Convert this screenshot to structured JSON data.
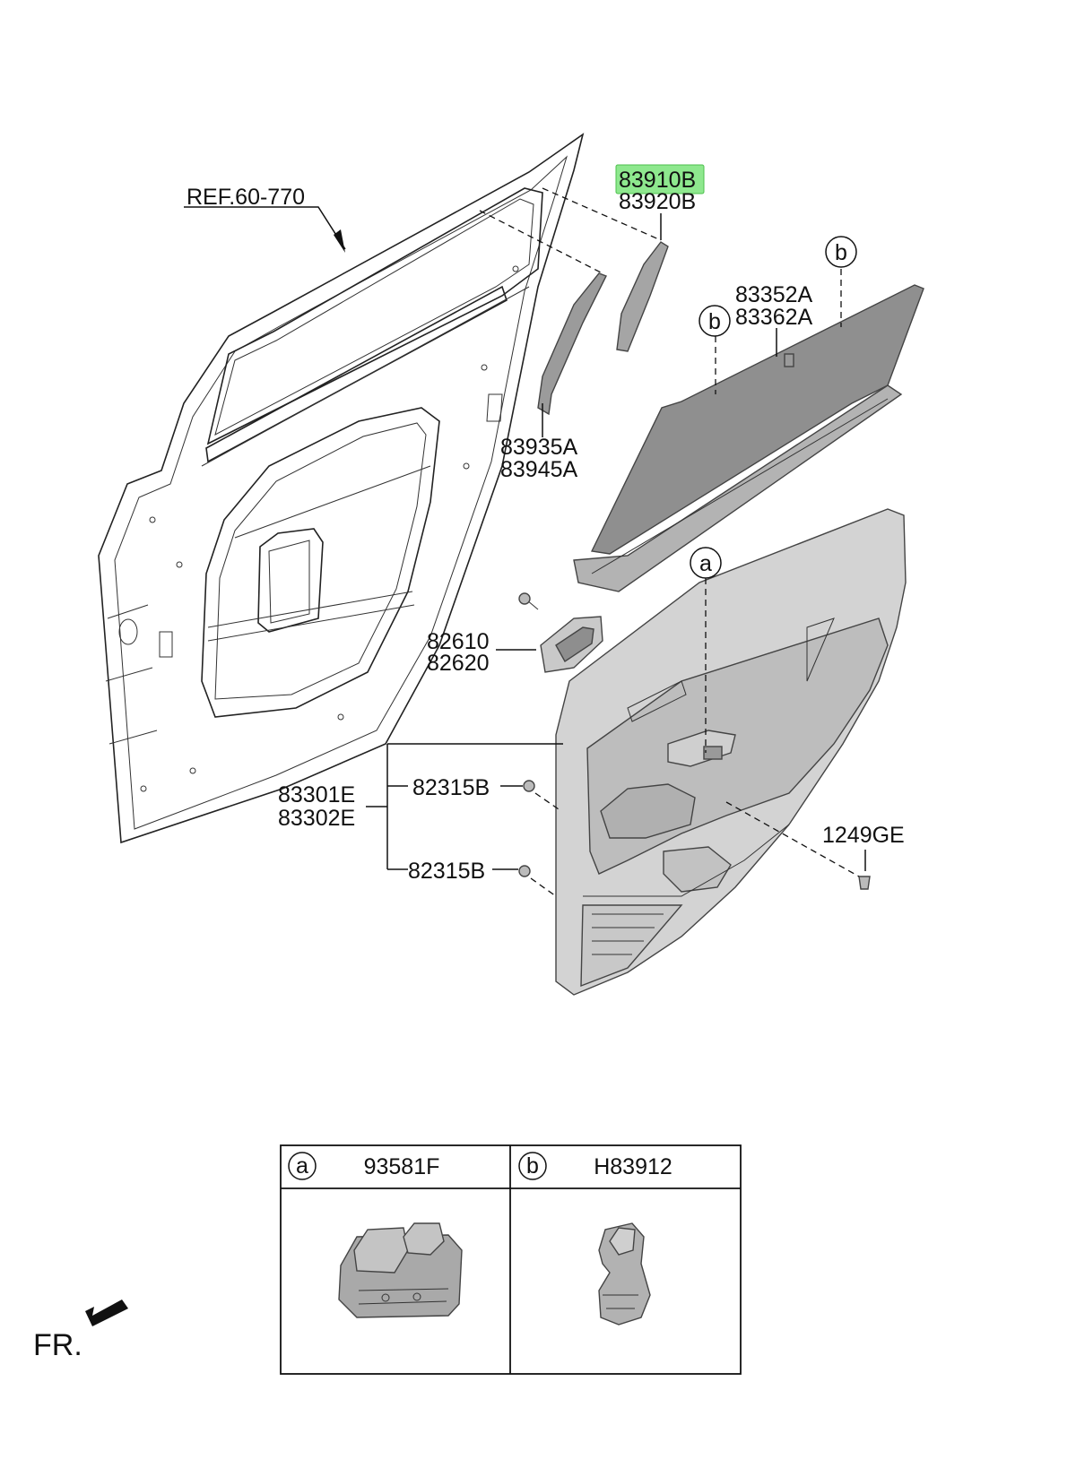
{
  "diagram": {
    "labels": {
      "ref": "REF.60-770",
      "p83910B": "83910B",
      "p83920B": "83920B",
      "p83352A": "83352A",
      "p83362A": "83362A",
      "p83935A": "83935A",
      "p83945A": "83945A",
      "p82610": "82610",
      "p82620": "82620",
      "p83301E": "83301E",
      "p83302E": "83302E",
      "p82315B_top": "82315B",
      "p82315B_bottom": "82315B",
      "p1249GE": "1249GE",
      "callout_a": "a",
      "callout_b_left": "b",
      "callout_b_right": "b",
      "front": "FR."
    },
    "highlight_color": "#8ee88e",
    "legend": {
      "a": {
        "callout": "a",
        "part": "93581F"
      },
      "b": {
        "callout": "b",
        "part": "H83912"
      }
    }
  }
}
